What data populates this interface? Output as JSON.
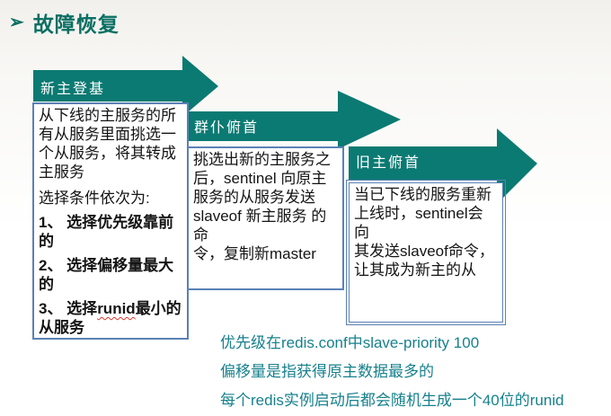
{
  "colors": {
    "arrow_teal": "#0b7a72",
    "box_border_blue": "#5b81b5",
    "note_teal": "#17818d",
    "title_teal": "#0b6f63",
    "body_text": "#141414",
    "squiggle_red": "#e0382c"
  },
  "title": {
    "bullet": "➢",
    "text": "故障恢复"
  },
  "steps": {
    "step1": {
      "arrow_label": "新主登基",
      "intro": "从下线的主服务的所\n有从服务里面挑选一\n个从服务，将其转成\n主服务",
      "criteria_label": "选择条件依次为:",
      "item1": "1、 选择优先级靠前\n的",
      "item2": "2、 选择偏移量最大\n的",
      "item3_prefix": "3、 选择",
      "item3_code": "runid",
      "item3_suffix": "最小的\n从服务"
    },
    "step2": {
      "arrow_label": "群仆俯首",
      "body": "挑选出新的主服务之\n后，sentinel 向原主\n服务的从服务发送\nslaveof 新主服务 的命\n令，复制新master"
    },
    "step3": {
      "arrow_label": "旧主俯首",
      "body": "当已下线的服务重新\n上线时，sentinel会向\n其发送slaveof命令，\n让其成为新主的从"
    }
  },
  "notes": {
    "line1": "优先级在redis.conf中slave-priority 100",
    "line2": "偏移量是指获得原主数据最多的",
    "line3": "每个redis实例启动后都会随机生成一个40位的runid"
  }
}
